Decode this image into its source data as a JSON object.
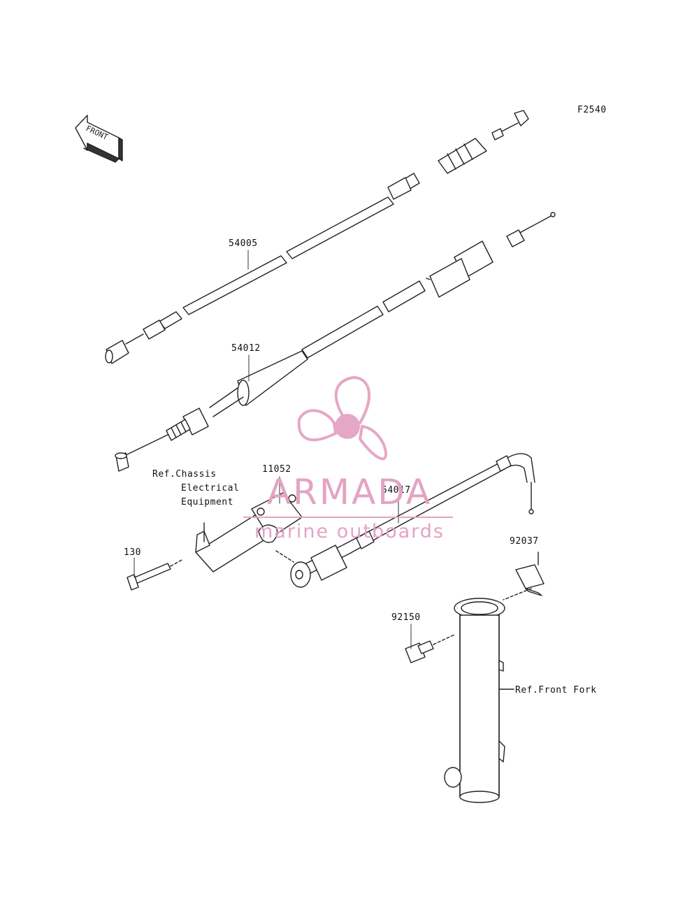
{
  "figure_code": "F2540",
  "front_indicator": "FRONT",
  "parts": {
    "p54005": "54005",
    "p54012": "54012",
    "p11052": "11052",
    "p54017": "54017",
    "p130": "130",
    "p92037": "92037",
    "p92150": "92150"
  },
  "references": {
    "chassis_line1": "Ref.Chassis",
    "chassis_line2": "Electrical",
    "chassis_line3": "Equipment",
    "front_fork": "Ref.Front Fork"
  },
  "watermark": {
    "title": "ARMADA",
    "subtitle": "marine outboards",
    "color": "#e4a3c3"
  }
}
